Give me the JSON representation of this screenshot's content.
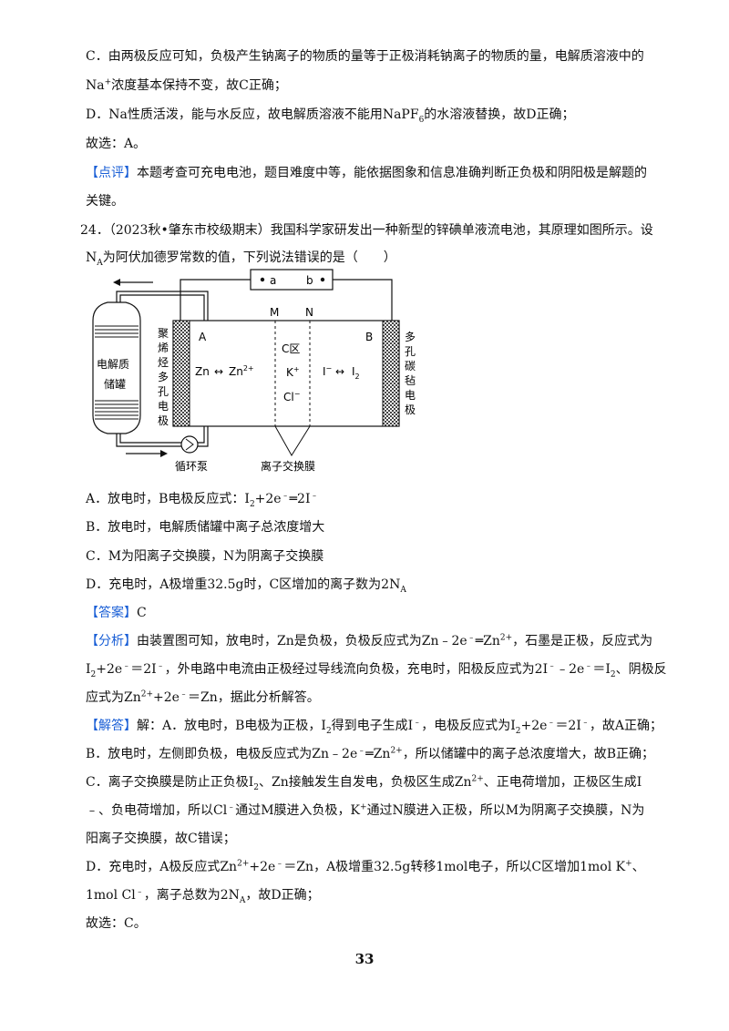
{
  "prev": {
    "c1": "C．由两极反应可知，负极产生钠离子的物质的量等于正极消耗钠离子的物质的量，电解质溶液中的",
    "c2": "浓度基本保持不变，故C正确；",
    "d": "D．Na性质活泼，能与水反应，故电解质溶液不能用NaPF",
    "d_tail": "的水溶液替换，故D正确；",
    "choose": "故选：A。",
    "comment_tag": "点评",
    "comment1": "本题考查可充电电池，题目难度中等，能依据图象和信息准确判断正负极和阴阳极是解题的",
    "comment2": "关键。"
  },
  "q24": {
    "stem1": "24．（2023秋•肇东市校级期末）我国科学家研发出一种新型的锌碘单液流电池，其原理如图所示。设",
    "stem2": "为阿伏加德罗常数的值，下列说法错误的是（　　）",
    "diagram": {
      "a": "a",
      "b": "b",
      "M": "M",
      "N": "N",
      "A": "A",
      "B": "B",
      "left_electrode": "聚烯烃多孔电极",
      "right_electrode": "多孔碳毡电极",
      "tank1": "电解质",
      "tank2": "储罐",
      "zn": "Zn",
      "zn2": "Zn",
      "c_zone": "C区",
      "k": "K",
      "cl": "Cl",
      "i": "I",
      "i2": "I",
      "pump": "循环泵",
      "membrane": "离子交换膜"
    },
    "optA": "A．放电时，B电极反应式：I",
    "optB": "B．放电时，电解质储罐中离子总浓度增大",
    "optC": "C．M为阳离子交换膜，N为阴离子交换膜",
    "optD": "D．充电时，A极增重32.5g时，C区增加的离子数为2N",
    "answer_tag": "答案",
    "answer": "C",
    "analysis_tag": "分析",
    "solution_tag": "解答",
    "sol_B": "B．放电时，左侧即负极，电极反应式为Zn﹣2e",
    "sol_C2": "﹣、负电荷增加，所以Cl",
    "sol_C3": "阳离子交换膜，故C错误；",
    "sol_D2": "1mol  Cl",
    "choose": "故选：C。"
  },
  "page_number": "33"
}
